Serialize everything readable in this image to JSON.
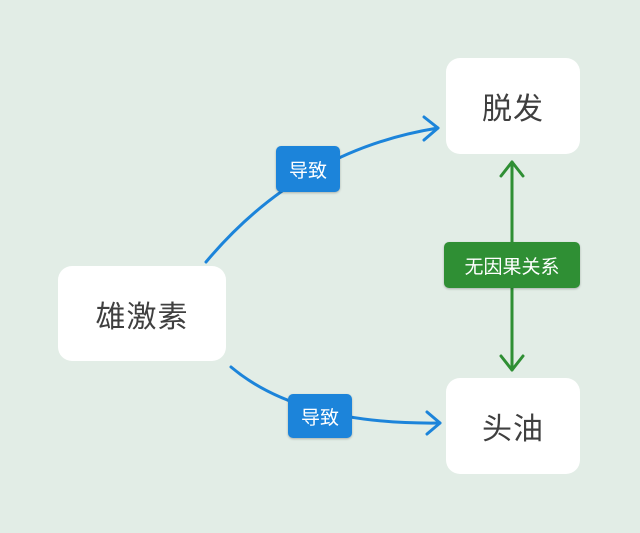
{
  "nodes": {
    "androgen": "雄激素",
    "hair_loss": "脱发",
    "oily_hair": "头油"
  },
  "edges": {
    "androgen_to_hair_loss": "导致",
    "androgen_to_oily_hair": "导致",
    "hair_loss_oily_hair": "无因果关系"
  },
  "colors": {
    "background": "#e2ede6",
    "cause_edge": "#1c84da",
    "no_causal_edge": "#2f8f34",
    "node_fill": "#ffffff",
    "node_text": "#3f3f3f"
  }
}
